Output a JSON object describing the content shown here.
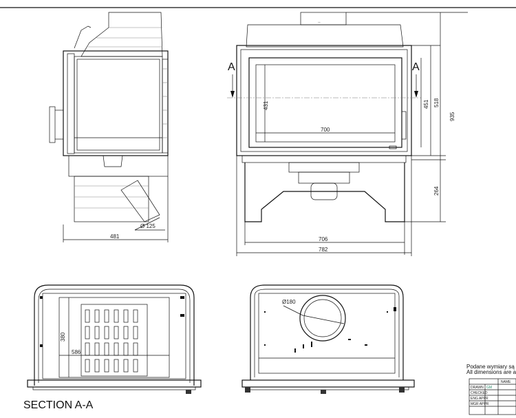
{
  "front_view": {
    "dim_width_inner": "700",
    "dim_height_inner": "431",
    "dim_height_door": "451",
    "dim_height_frame": "518",
    "dim_height_total": "935",
    "dim_height_base": "264",
    "dim_width_base": "706",
    "dim_width_total": "782",
    "section_mark_left": "A",
    "section_mark_right": "A"
  },
  "side_view": {
    "dim_depth": "481",
    "dim_flue": "Ø 125"
  },
  "section_view": {
    "dim_height": "380",
    "dim_width": "586",
    "title": "SECTION A-A"
  },
  "top_view": {
    "dim_flue_diameter": "Ø180"
  },
  "notes": {
    "line1": "Podane wymiary są",
    "line2": "All dimensions are a"
  },
  "title_block": {
    "header": "NAME",
    "rows": [
      {
        "label": "DRAWN",
        "value": "GM"
      },
      {
        "label": "CHECKED",
        "value": ""
      },
      {
        "label": "ENG APPR",
        "value": ""
      },
      {
        "label": "MGR APPR",
        "value": ""
      }
    ]
  }
}
